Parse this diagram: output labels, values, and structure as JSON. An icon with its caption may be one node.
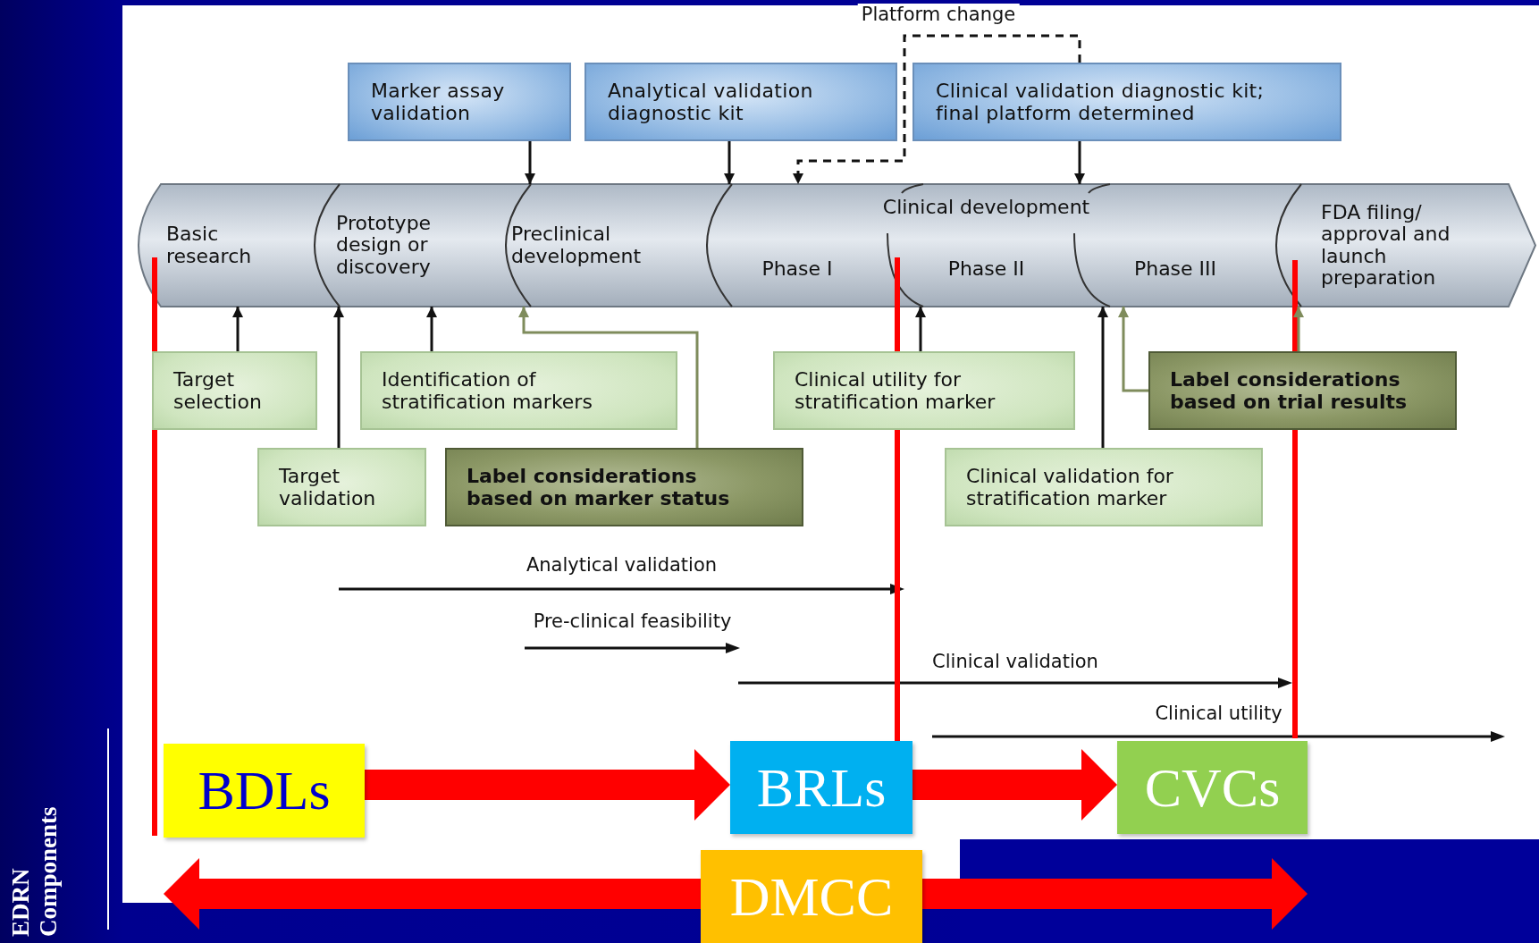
{
  "diagram": {
    "nodes": [
      {
        "text": [
          "Marker assay validation"
        ]
      },
      {
        "text": [
          "Analytical validation diagnostic kit"
        ]
      },
      {
        "text": [
          "Clinical validation diagnostic kit; final platform determined"
        ]
      },
      {
        "text": [
          "Basic research"
        ]
      },
      {
        "text": [
          "Prototype design or discovery"
        ]
      },
      {
        "text": [
          "Preclinical development"
        ]
      },
      {
        "text": [
          "Clinical development"
        ]
      },
      {
        "text": [
          "Phase I"
        ],
        "in": 6
      },
      {
        "text": [
          "Phase II"
        ],
        "in": 6
      },
      {
        "text": [
          "Phase III"
        ],
        "in": 6
      },
      {
        "text": [
          "FDA filing/ approval and launch preparation"
        ]
      },
      {
        "text": [
          "Target selection"
        ]
      },
      {
        "text": [
          "Identification of stratification markers"
        ]
      },
      {
        "text": [
          "Clinical utility for stratification marker"
        ]
      },
      {
        "text": [
          "Label considerations based on trial results"
        ]
      },
      {
        "text": [
          "Target validation"
        ]
      },
      {
        "text": [
          "Label considerations based on marker status"
        ]
      },
      {
        "text": [
          "Clinical validation for stratification marker"
        ]
      },
      {
        "text": [
          "BDLs"
        ]
      },
      {
        "text": [
          "BRLs"
        ]
      },
      {
        "text": [
          "CVCs"
        ]
      },
      {
        "text": [
          "DMCC"
        ]
      }
    ],
    "edges": [
      {
        "from": 0,
        "to": 5,
        "arrow": "to"
      },
      {
        "from": 1,
        "to": 6,
        "arrow": "to"
      },
      {
        "from": 2,
        "to": 6,
        "arrow": "to",
        "style": "dashed",
        "label": "Platform change"
      },
      {
        "from": 2,
        "to": 6,
        "arrow": "to"
      },
      {
        "from": 11,
        "to": 3,
        "arrow": "to"
      },
      {
        "from": 15,
        "to": 4,
        "arrow": "to"
      },
      {
        "from": 12,
        "to": 4,
        "arrow": "to"
      },
      {
        "from": 16,
        "to": 5,
        "arrow": "to",
        "color": "#7f8c5c"
      },
      {
        "from": 13,
        "to": 8,
        "arrow": "to"
      },
      {
        "from": 17,
        "to": 9,
        "arrow": "to"
      },
      {
        "from": 14,
        "to": 9,
        "arrow": "to",
        "color": "#7f8c5c"
      },
      {
        "from": 14,
        "to": 10,
        "arrow": "to",
        "color": "#7f8c5c"
      },
      {
        "from": 18,
        "to": 19,
        "arrow": "to",
        "style": "thick",
        "color": "#ff0000"
      },
      {
        "from": 19,
        "to": 20,
        "arrow": "to",
        "style": "thick",
        "color": "#ff0000"
      },
      {
        "from": 21,
        "to": 18,
        "arrow": "to",
        "style": "thick",
        "color": "#ff0000"
      },
      {
        "from": 21,
        "to": 20,
        "arrow": "to",
        "style": "thick",
        "color": "#ff0000"
      }
    ],
    "labels": [
      "Analytical validation",
      "Pre-clinical feasibility",
      "Clinical validation",
      "Clinical utility",
      "EDRN Components"
    ]
  }
}
